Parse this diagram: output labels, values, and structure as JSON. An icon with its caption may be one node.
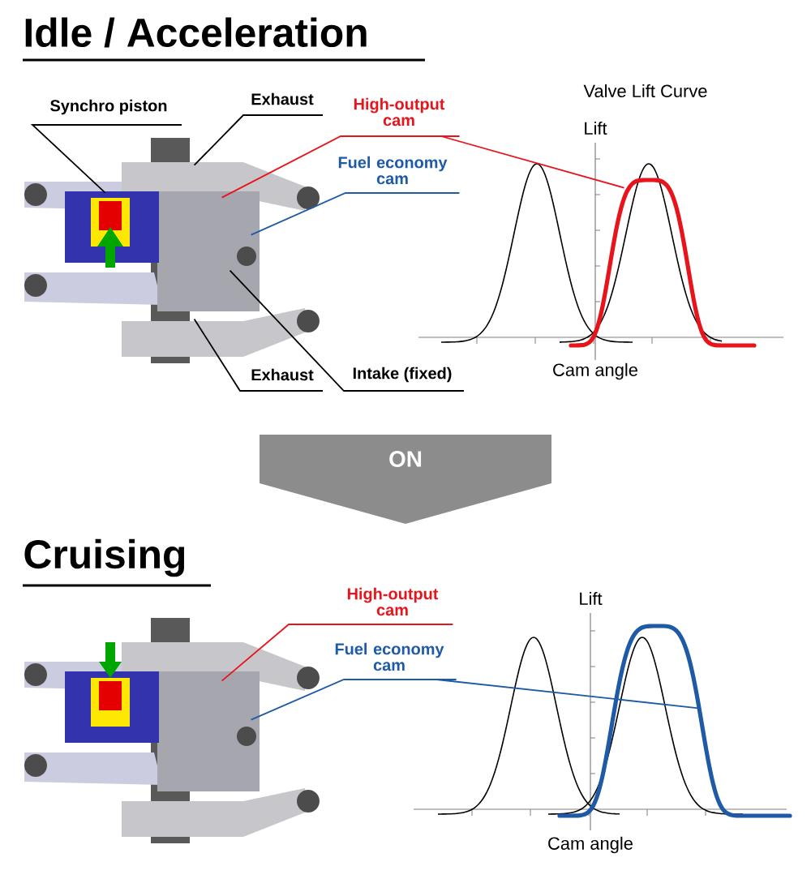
{
  "diagram": {
    "nodes": [
      {
        "text": [
          "Synchro piston"
        ]
      },
      {
        "text": [
          "Exhaust"
        ]
      },
      {
        "text": [
          "High-output cam"
        ]
      },
      {
        "text": [
          "Fuel economy cam"
        ]
      },
      {
        "text": [
          "Exhaust"
        ]
      },
      {
        "text": [
          "Intake (fixed)"
        ]
      },
      {
        "text": [],
        "shape": "picture"
      },
      {
        "text": [],
        "shape": "curve"
      },
      {
        "text": [
          "ON"
        ]
      },
      {
        "text": [
          "High-output cam"
        ]
      },
      {
        "text": [
          "Fuel economy cam"
        ]
      },
      {
        "text": [],
        "shape": "picture"
      },
      {
        "text": [],
        "shape": "curve"
      }
    ],
    "edges": [
      {
        "from": 0,
        "to": 6,
        "arrow": "none"
      },
      {
        "from": 1,
        "to": 6,
        "arrow": "none"
      },
      {
        "from": 2,
        "to": 6,
        "arrow": "none",
        "color": "#e8141c"
      },
      {
        "from": 2,
        "to": 7,
        "arrow": "none",
        "color": "#e8141c"
      },
      {
        "from": 3,
        "to": 6,
        "arrow": "none",
        "color": "#1f5aa6"
      },
      {
        "from": 4,
        "to": 6,
        "arrow": "none"
      },
      {
        "from": 5,
        "to": 6,
        "arrow": "none"
      },
      {
        "from": 9,
        "to": 11,
        "arrow": "none",
        "color": "#e8141c"
      },
      {
        "from": 10,
        "to": 11,
        "arrow": "none",
        "color": "#1f5aa6"
      },
      {
        "from": 10,
        "to": 12,
        "arrow": "none",
        "color": "#1f5aa6"
      }
    ],
    "labels": [
      "Idle / Acceleration",
      "Valve Lift Curve",
      "Lift",
      "Cam angle",
      "Cruising",
      "Lift",
      "Cam angle"
    ]
  }
}
